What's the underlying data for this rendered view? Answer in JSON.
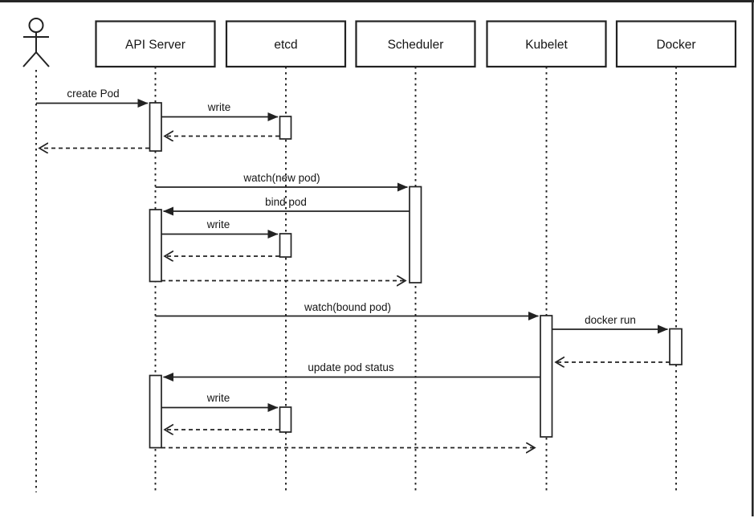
{
  "frame": {
    "background": "#ffffff",
    "border_color": "#262626"
  },
  "palette": {
    "line": "#222222",
    "text": "#151515",
    "activation_fill": "#ffffff"
  },
  "participants": [
    {
      "id": "api-server",
      "label": "API Server"
    },
    {
      "id": "etcd",
      "label": "etcd"
    },
    {
      "id": "scheduler",
      "label": "Scheduler"
    },
    {
      "id": "kubelet",
      "label": "Kubelet"
    },
    {
      "id": "docker",
      "label": "Docker"
    }
  ],
  "messages": [
    {
      "label": "create Pod",
      "from": "actor",
      "to": "api-server",
      "style": "solid"
    },
    {
      "label": "write",
      "from": "api-server",
      "to": "etcd",
      "style": "solid"
    },
    {
      "label": "",
      "from": "etcd",
      "to": "api-server",
      "style": "dashed-return"
    },
    {
      "label": "",
      "from": "api-server",
      "to": "actor",
      "style": "dashed-return"
    },
    {
      "label": "watch(new pod)",
      "from": "api-server",
      "to": "scheduler",
      "style": "solid"
    },
    {
      "label": "bind pod",
      "from": "scheduler",
      "to": "api-server",
      "style": "solid"
    },
    {
      "label": "write",
      "from": "api-server",
      "to": "etcd",
      "style": "solid"
    },
    {
      "label": "",
      "from": "etcd",
      "to": "api-server",
      "style": "dashed-return"
    },
    {
      "label": "",
      "from": "api-server",
      "to": "scheduler",
      "style": "dashed-return"
    },
    {
      "label": "watch(bound pod)",
      "from": "api-server",
      "to": "kubelet",
      "style": "solid"
    },
    {
      "label": "docker run",
      "from": "kubelet",
      "to": "docker",
      "style": "solid"
    },
    {
      "label": "",
      "from": "docker",
      "to": "kubelet",
      "style": "dashed-return"
    },
    {
      "label": "update pod status",
      "from": "kubelet",
      "to": "api-server",
      "style": "solid"
    },
    {
      "label": "write",
      "from": "api-server",
      "to": "etcd",
      "style": "solid"
    },
    {
      "label": "",
      "from": "etcd",
      "to": "api-server",
      "style": "dashed-return"
    },
    {
      "label": "",
      "from": "api-server",
      "to": "kubelet",
      "style": "dashed-return"
    }
  ]
}
